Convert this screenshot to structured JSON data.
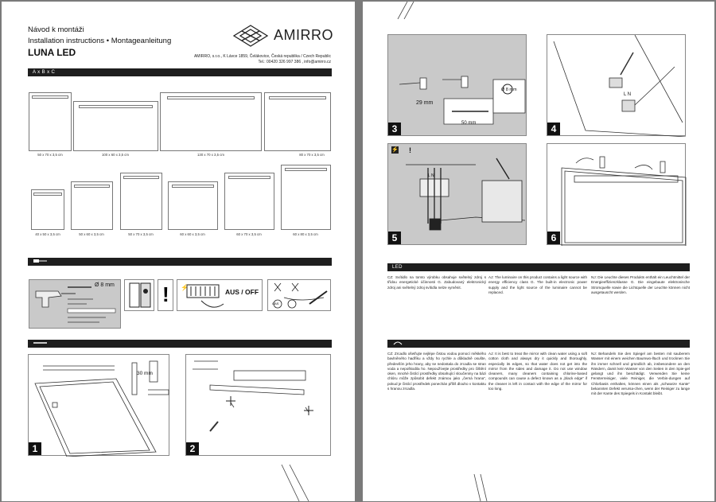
{
  "left": {
    "header": {
      "line1": "Návod k montáži",
      "line2": "Installation instructions • Montageanleitung",
      "product": "LUNA LED",
      "brand": "AMIRRO",
      "address": "AMIRRO, s.r.o., K Lávce 1859, Čelákovice, Česká republika / Czech Republic",
      "contact": "Tel.: 00420 326 997 386 , info@amirro.cz"
    },
    "sections": {
      "dimensions": "A x B x C",
      "tools": "",
      "mounting": ""
    },
    "mirrors_row1": [
      {
        "label": "50 x 70 x 3,5 cm"
      },
      {
        "label": "100 x 60 x 3,5 cm"
      },
      {
        "label": "130 x 70 x 3,5 cm"
      },
      {
        "label": "80 x 70 x 3,5 cm"
      }
    ],
    "mirrors_row2": [
      {
        "label": "40 x 50 x 3,5 cm"
      },
      {
        "label": "50 x 60 x 3,5 cm"
      },
      {
        "label": "50 x 70 x 3,5 cm"
      },
      {
        "label": "60 x 60 x 3,5 cm"
      },
      {
        "label": "60 x 70 x 3,5 cm"
      },
      {
        "label": "60 x 80 x 3,5 cm"
      }
    ],
    "tools_panel": {
      "drill": "Ø 8 mm",
      "aus_off": "AUS / OFF",
      "gas": "GAS"
    },
    "step1": {
      "number": "1",
      "dim": "30 mm"
    },
    "step2": {
      "number": "2"
    }
  },
  "right": {
    "step3": {
      "number": "3",
      "dim_29": "29 mm",
      "dim_50": "50 mm",
      "drill": "Ø 8 mm"
    },
    "step4": {
      "number": "4",
      "ln": "L N"
    },
    "step5": {
      "number": "5",
      "ln": "L N"
    },
    "step6": {
      "number": "6"
    },
    "led_section": "LED",
    "led_texts": {
      "cz": "CZ: Svítidlo na tomto výrobku obsahuje světelný zdroj s třídou energetické účinnosti G. Zabudovaný elektronický zdroj ani světelný zdroj svítidla nelze vyměnit.",
      "aj": "AJ: The luminaire on this product contains a light source with energy efficiency class G. The built-in electronic power supply and the light source of the luminaire cannot be replaced.",
      "nj": "NJ: Die Leuchte dieses Produkts enthält ein Leuchtmittel der Energieeffizienzklasse G. Die eingebaute elektronische Stromquelle sowie die Lichtquelle der Leuchte können nicht ausgetauscht werden."
    },
    "care_texts": {
      "cz": "CZ: Zrcadlo ošetřujte nejlépe čistou vodou pomocí měkkého bavlněného hadříku a vždy ho rychle a důkladně osušte, především jeho hrany, aby se nedostala do zrcadla se stran voda a nepoškodila ho. Nepoužívejte prostředky pro čištění oken, mnohé čistící prostředky obsahující sloučeniny na bázi chlóru může způsobit defekt známou jako „černá hrana“, pokud je čistící prostředek ponechán příliš dlouho v kontaktu s hranou zrcadla.",
      "aj": "AJ: It is best to treat the mirror with clean water using a soft cotton cloth and always dry it quickly and thoroughly, especially its edges, so that water does not get into the mirror from the sides and damage it. Do not use window cleaners, many cleaners containing chlorine-based compounds can cause a defect known as a „black edge“ if the cleaner is left in contact with the edge of the mirror for too long.",
      "nj": "NJ: Behandeln Sie den Spiegel am besten mit sauberem Wasser mit einem weichen Baumwo-lltuch und trocknen Sie ihn immer schnell und gründlich ab, insbesondere an den Rändern, damit kein Wasser von den Seiten in den Spie-gel gelangt und ihn beschädigt. Verwenden Sie keine Fensterreiniger, viele Reiniger, die Verbin-dungen auf Chlorbasis enthalten, können einen als „schwarze Kante“ bekannten Defekt verursa-chen, wenn der Reiniger zu lange mit der Kante des Spiegels in Kontakt bleibt."
    }
  }
}
